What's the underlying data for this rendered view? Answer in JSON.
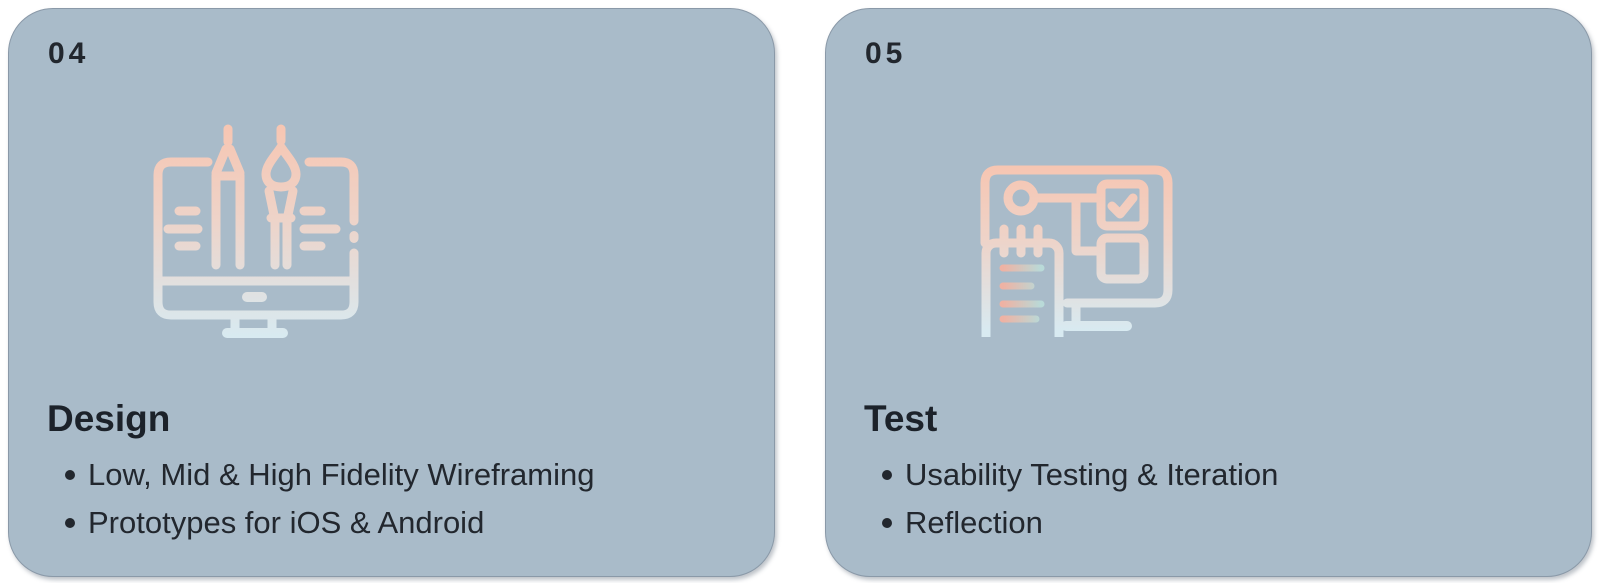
{
  "cards": [
    {
      "number": "04",
      "title": "Design",
      "icon": "design-tools-monitor-icon",
      "bullets": [
        "Low, Mid & High Fidelity Wireframing",
        "Prototypes for iOS & Android"
      ]
    },
    {
      "number": "05",
      "title": "Test",
      "icon": "checklist-monitor-icon",
      "bullets": [
        "Usability Testing & Iteration",
        "Reflection"
      ]
    }
  ],
  "colors": {
    "card_background": "#a9bbc9",
    "text": "#22272e",
    "icon_gradient_top": "#f7c5b1",
    "icon_gradient_bottom": "#d8eaf1"
  }
}
